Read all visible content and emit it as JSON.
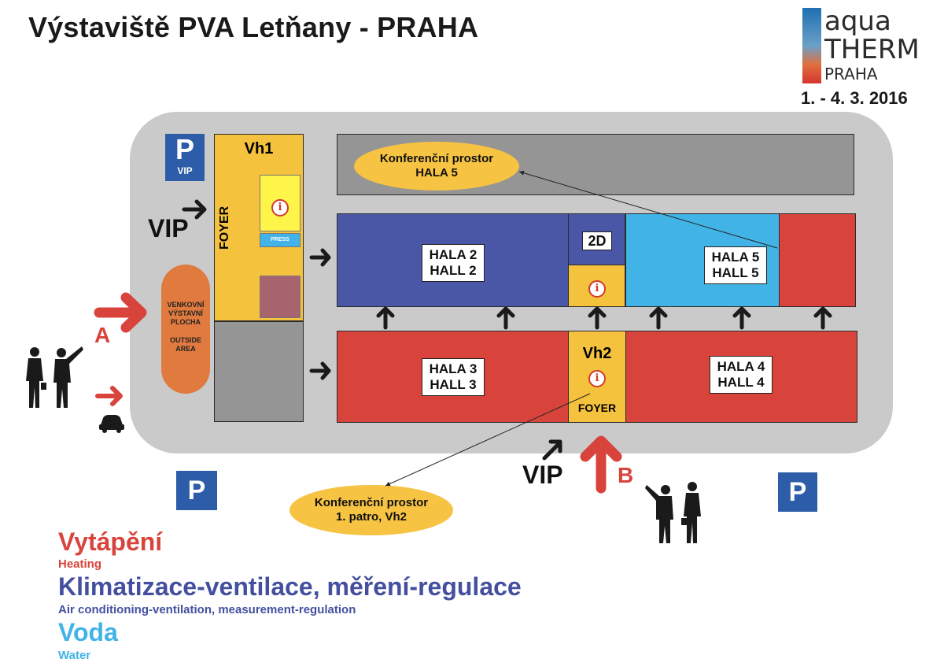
{
  "header": {
    "title": "Výstaviště PVA Letňany - PRAHA",
    "logo": {
      "line1": "aqua",
      "line2": "THERM",
      "line3": "PRAHA"
    },
    "dates": "1. - 4. 3. 2016"
  },
  "map": {
    "parking_vip": {
      "letter": "P",
      "sub": "VIP"
    },
    "parking": "P",
    "vh1": {
      "label": "Vh1",
      "foyer": "FOYER",
      "press": "PRESS"
    },
    "vh2": {
      "label": "Vh2",
      "foyer": "FOYER"
    },
    "vip_label_left": "VIP",
    "vip_label_bottom": "VIP",
    "entrance_a": "A",
    "entrance_b": "B",
    "outside_area": {
      "cz": "VENKOVNÍ VÝSTAVNÍ PLOCHA",
      "en": "OUTSIDE AREA"
    },
    "conference_top": {
      "line1": "Konferenční prostor",
      "line2": "HALA 5"
    },
    "conference_bottom": {
      "line1": "Konferenční prostor",
      "line2": "1. patro, Vh2"
    },
    "hall2": {
      "line1": "HALA 2",
      "line2": "HALL 2"
    },
    "hall3": {
      "line1": "HALA 3",
      "line2": "HALL 3"
    },
    "hall4": {
      "line1": "HALA 4",
      "line2": "HALL 4"
    },
    "hall5": {
      "line1": "HALA 5",
      "line2": "HALL 5"
    },
    "hall_2d": "2D",
    "info_symbol": "i",
    "icons": [
      "info-icon",
      "arrow-right-icon",
      "arrow-up-icon",
      "person-icon",
      "car-icon"
    ]
  },
  "legend": [
    {
      "cz": "Vytápění",
      "en": "Heating",
      "color": "#d8443c"
    },
    {
      "cz": "Klimatizace-ventilace, měření-regulace",
      "en": "Air conditioning-ventilation, measurement-regulation",
      "color": "#44509f"
    },
    {
      "cz": "Voda",
      "en": "Water",
      "color": "#41b3e6"
    }
  ],
  "colors": {
    "heating": "#d8443c",
    "hvac": "#4a57a6",
    "water": "#41b3e6",
    "foyer": "#f5c23d",
    "gray_area": "#959595",
    "ground": "#cacaca",
    "outside_area": "#e07a3e",
    "parking": "#2d5da8"
  }
}
